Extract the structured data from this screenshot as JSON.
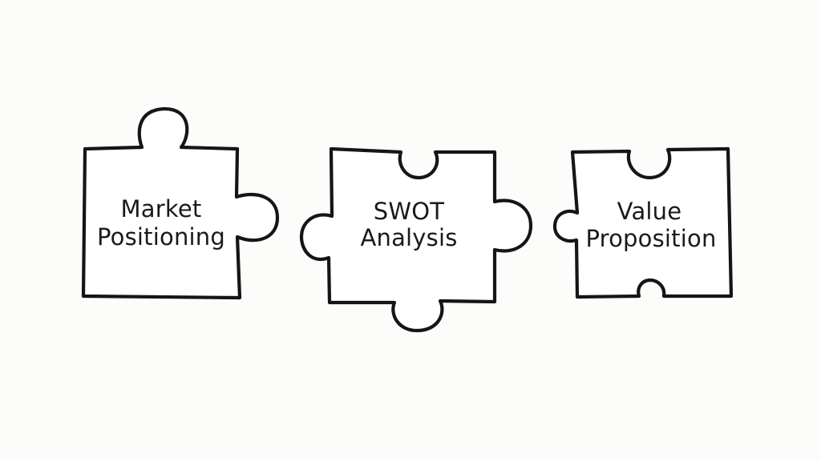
{
  "diagram": {
    "pieces": [
      {
        "id": "market-positioning",
        "lines": [
          "Market",
          "Positioning"
        ]
      },
      {
        "id": "swot-analysis",
        "lines": [
          "SWOT",
          "Analysis"
        ]
      },
      {
        "id": "value-proposition",
        "lines": [
          "Value",
          "Proposition"
        ]
      }
    ],
    "colors": {
      "background": "#fcfcfb",
      "piece_fill": "#ffffff",
      "outline": "#151515",
      "text": "#1a1a1a"
    }
  }
}
